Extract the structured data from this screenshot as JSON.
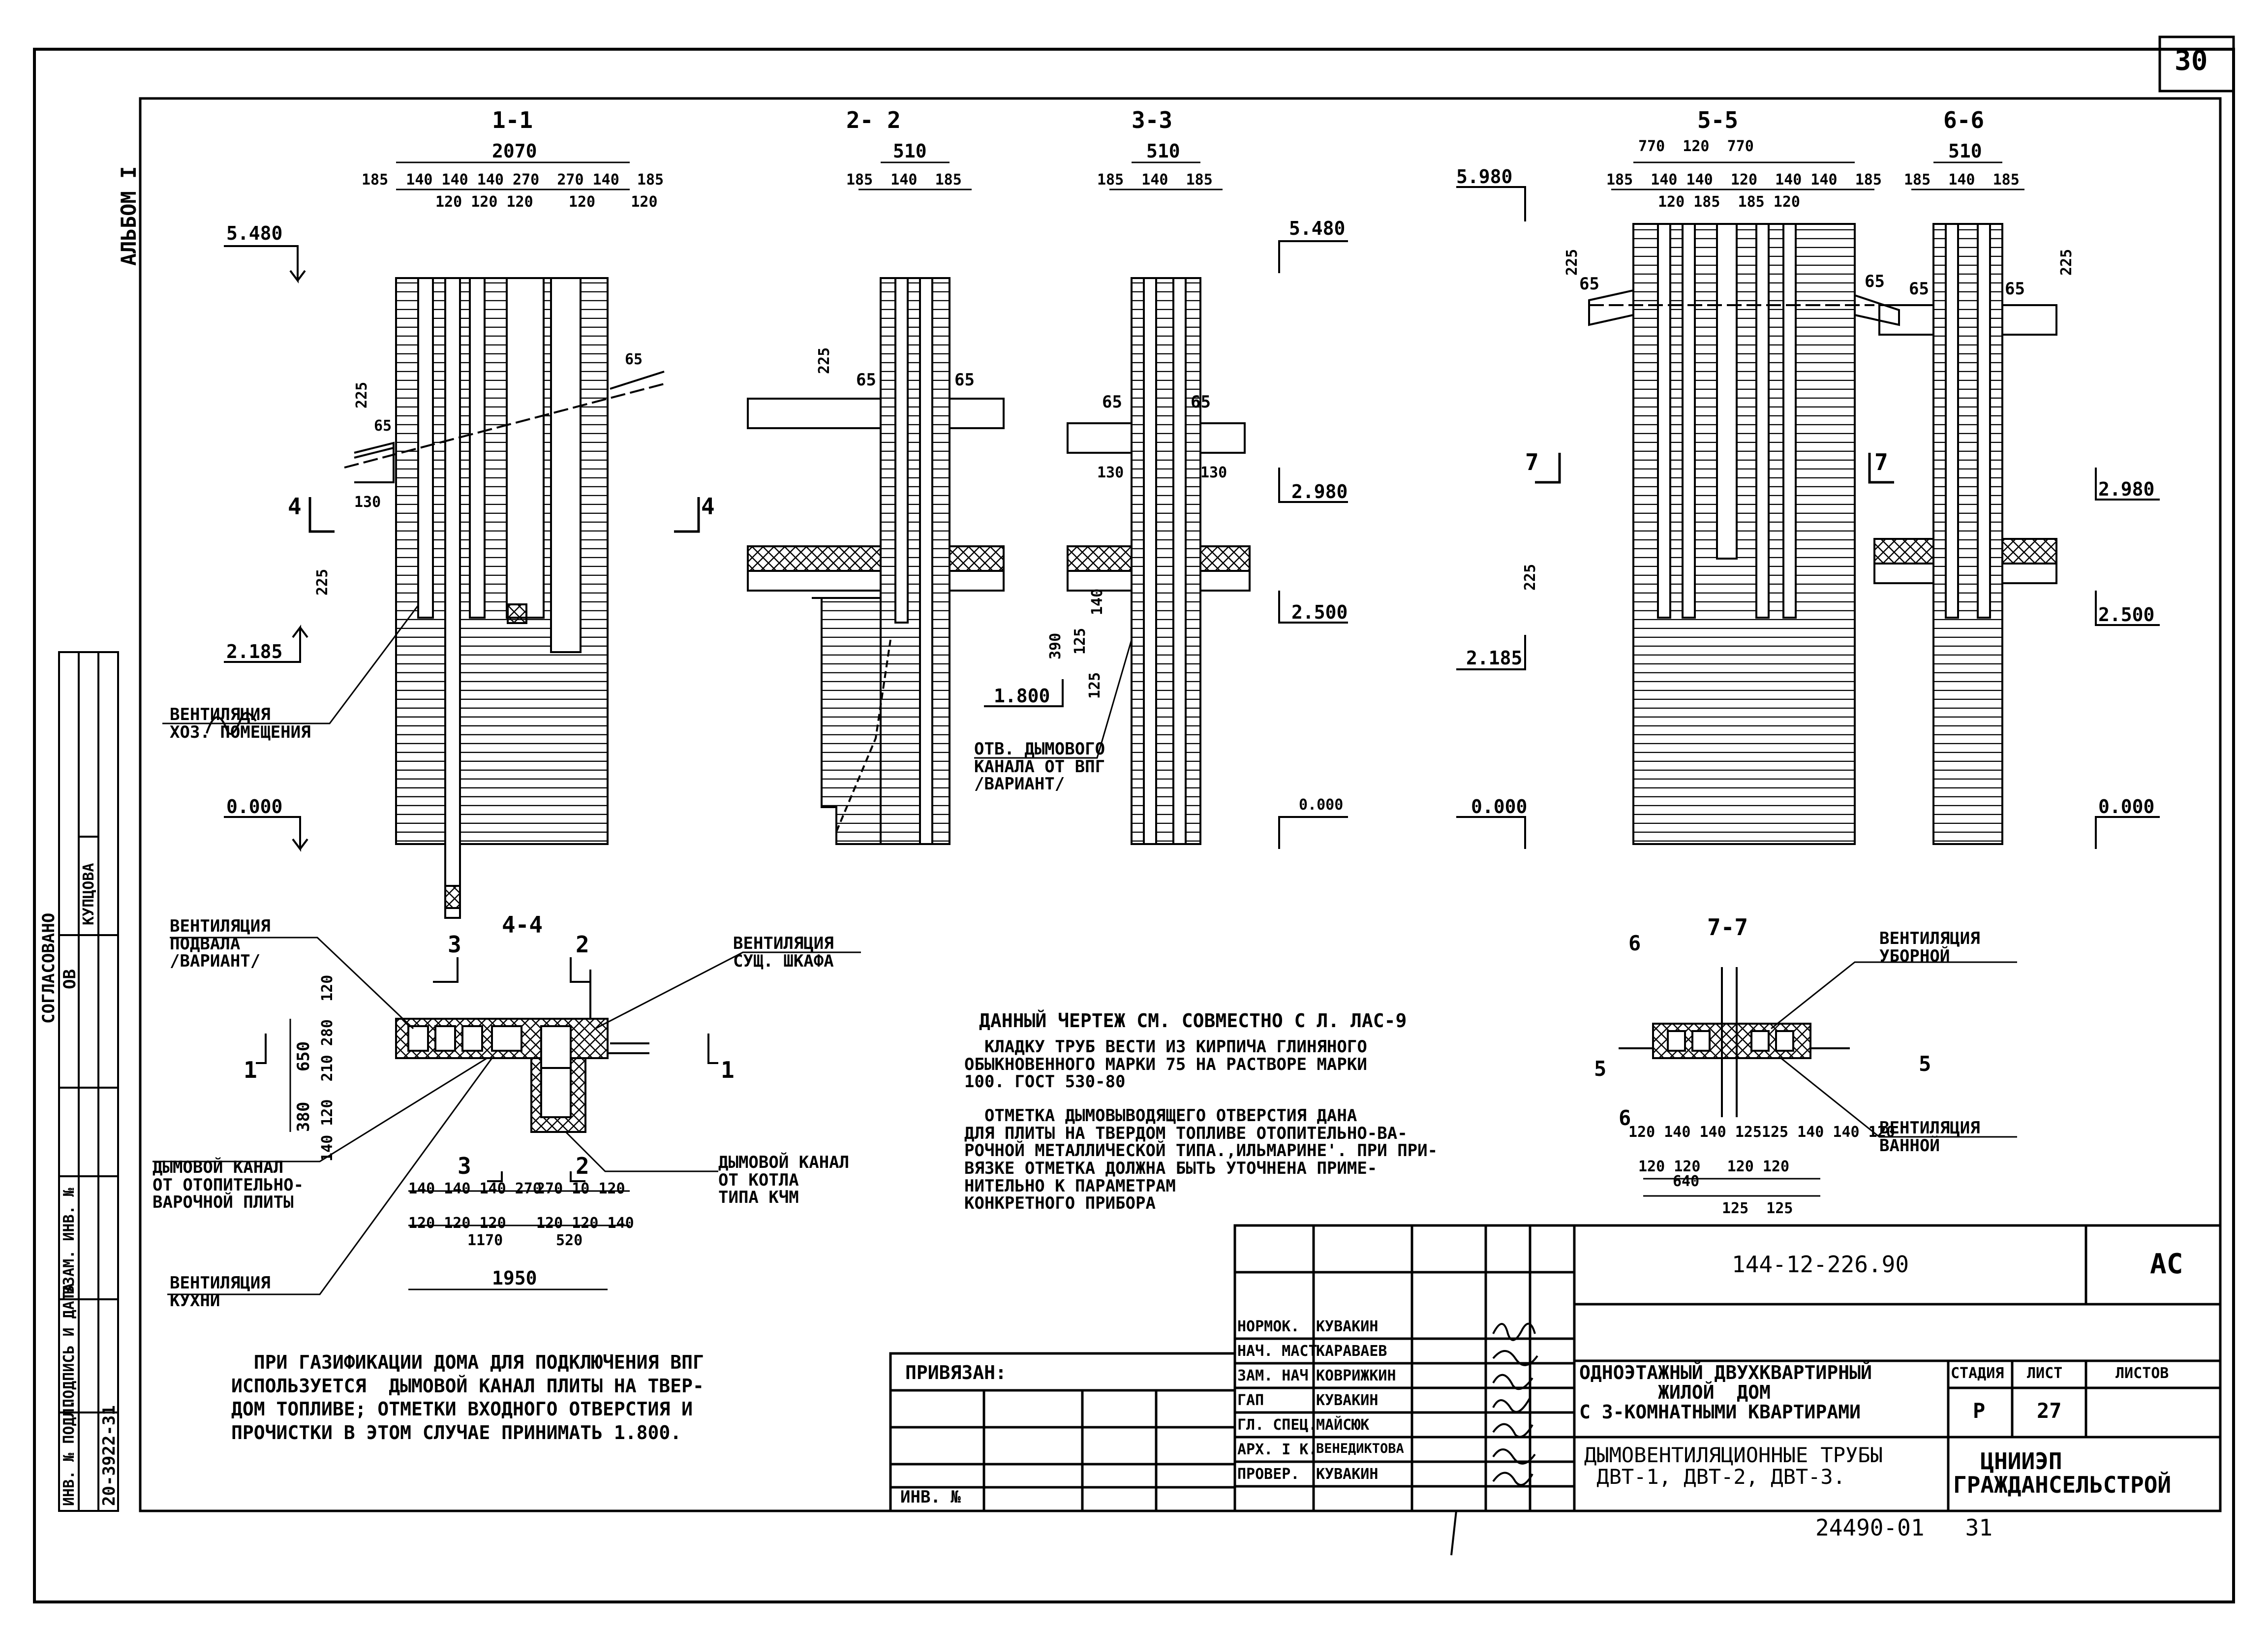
{
  "sheet": {
    "number": "30",
    "album": "АЛЬБОМ I"
  },
  "sections": {
    "s11": {
      "title": "1-1",
      "dim_total": "2070",
      "dims_top": "185  140 140 140 270  270 140  185",
      "dims_bottom": "120 120 120    120    120",
      "mark_top": "5.480",
      "mark_mid": "2.185",
      "mark_zero": "0.000",
      "d225a": "225",
      "d65": "65",
      "d65b": "65",
      "d130": "130",
      "d225b": "225",
      "cut4": "4"
    },
    "s22": {
      "title": "2- 2",
      "dim_total": "510",
      "dims": "185  140  185",
      "d225": "225",
      "d65a": "65",
      "d65b": "65",
      "cut4": "4"
    },
    "s33": {
      "title": "3-3",
      "dim_total": "510",
      "dims": "185  140  185",
      "mark_top": "5.480",
      "d65a": "65",
      "d65b": "65",
      "d130a": "130",
      "d130b": "130",
      "mark_2980": "2.980",
      "mark_2500": "2.500",
      "mark_1800": "1.800",
      "mark_zero": "0.000",
      "d390": "390",
      "d125a": "125",
      "d125b": "125",
      "d140": "140"
    },
    "s55": {
      "title": "5-5",
      "dim_groups": "770  120  770",
      "dims": "185  140 140  120  140 140  185",
      "dims_bottom": "120 185  185 120",
      "mark_top": "5.980",
      "mark_mid": "2.185",
      "mark_zero": "0.000",
      "d225a": "225",
      "d65a": "65",
      "d65b": "65",
      "d225b": "225",
      "cut7": "7"
    },
    "s66": {
      "title": "6-6",
      "dim_total": "510",
      "dims": "185  140  185",
      "d225": "225",
      "d65a": "65",
      "d65b": "65",
      "mark_2980": "2.980",
      "mark_2500": "2.500",
      "mark_zero": "0.000",
      "cut7": "7"
    }
  },
  "plan44": {
    "title": "4-4",
    "c3": "3",
    "c2": "2",
    "c1a": "1",
    "c1b": "1",
    "c3b": "3",
    "c2b": "2",
    "v_dims": "380   650",
    "v_dims2": "140 120  210 280  120",
    "h_dims1": "140 140 140 270",
    "h_dims2": "270 10 120",
    "h_sub1": "120 120 120",
    "h_sub2": "120 120 140",
    "h_1170": "1170",
    "h_520": "520",
    "h_1950": "1950"
  },
  "plan77": {
    "title": "7-7",
    "c6a": "6",
    "c6b": "6",
    "c5a": "5",
    "c5b": "5",
    "dims": "120 140 140 125125 140 140 120",
    "sub": "120 120   120 120",
    "d640": "640",
    "d125": "125  125"
  },
  "labels": {
    "vent_hoz": "ВЕНТИЛЯЦИЯ\nХОЗ. ПОМЕЩЕНИЯ",
    "otv_dym": "ОТВ. ДЫМОВОГО\nКАНАЛА ОТ ВПГ\n/ВАРИАНТ/",
    "vent_podvala": "ВЕНТИЛЯЦИЯ\nПОДВАЛА\n/ВАРИАНТ/",
    "vent_shkafa": "ВЕНТИЛЯЦИЯ\nСУЩ. ШКАФА",
    "dym_plity": "ДЫМОВОЙ КАНАЛ\nОТ ОТОПИТЕЛЬНО-\nВАРОЧНОЙ ПЛИТЫ",
    "dym_kotla": "ДЫМОВОЙ КАНАЛ\nОТ КОТЛА\nТИПА КЧМ",
    "vent_kuhni": "ВЕНТИЛЯЦИЯ\nКУХНИ",
    "vent_ubornoi": "ВЕНТИЛЯЦИЯ\nУБОРНОЙ",
    "vent_vannoi": "ВЕНТИЛЯЦИЯ\nВАННОЙ"
  },
  "notes": {
    "n1": "ДАННЫЙ ЧЕРТЕЖ СМ. СОВМЕСТНО С Л. ЛАС-9",
    "n2": "  КЛАДКУ ТРУБ ВЕСТИ ИЗ КИРПИЧА ГЛИНЯНОГО\nОБЫКНОВЕННОГО МАРКИ 75 НА РАСТВОРЕ МАРКИ\n100. ГОСТ 530-80",
    "n3": "  ОТМЕТКА ДЫМОВЫВОДЯЩЕГО ОТВЕРСТИЯ ДАНА\nДЛЯ ПЛИТЫ НА ТВЕРДОМ ТОПЛИВЕ ОТОПИТЕЛЬНО-ВА-\nРОЧНОЙ МЕТАЛЛИЧЕСКОЙ ТИПА.,ИЛЬМАРИНЕ'. ПРИ ПРИ-\nВЯЗКЕ ОТМЕТКА ДОЛЖНА БЫТЬ УТОЧНЕНА ПРИМЕ-\nНИТЕЛЬНО К ПАРАМЕТРАМ\nКОНКРЕТНОГО ПРИБОРА",
    "gas": "  ПРИ ГАЗИФИКАЦИИ ДОМА ДЛЯ ПОДКЛЮЧЕНИЯ ВПГ\nИСПОЛЬЗУЕТСЯ  ДЫМОВОЙ КАНАЛ ПЛИТЫ НА ТВЕР-\nДОМ ТОПЛИВЕ; ОТМЕТКИ ВХОДНОГО ОТВЕРСТИЯ И\nПРОЧИСТКИ В ЭТОМ СЛУЧАЕ ПРИНИМАТЬ 1.800."
  },
  "side": {
    "soglasovano": "СОГЛАСОВАНО",
    "ov": "ОВ",
    "kuptsova": "КУПЦОВА",
    "inv_podl": "ИНВ. № ПОДЛ.",
    "podpis": "ПОДПИСЬ И ДАТА",
    "vzam": "ВЗАМ. ИНВ. №",
    "inv_num": "20-3922-31"
  },
  "title_block": {
    "doc_code": "144-12-226.90",
    "mark": "АС",
    "project": "ОДНОЭТАЖНЫЙ ДВУХКВАРТИРНЫЙ\n       ЖИЛОЙ  ДОМ\nС 3-КОМНАТНЫМИ КВАРТИРАМИ",
    "sheet_name": "ДЫМОВЕНТИЛЯЦИОННЫЕ ТРУБЫ\n ДВТ-1, ДВТ-2, ДВТ-3.",
    "stage_h": "СТАДИЯ",
    "sheet_h": "ЛИСТ",
    "sheets_h": "ЛИСТОВ",
    "stage": "Р",
    "sheet": "27",
    "org": "  ЦНИИЭП\nГРАЖДАНСЕЛЬСТРОЙ",
    "privyazan": "ПРИВЯЗАН:",
    "inv": "ИНВ. №",
    "roles": [
      "НОРМОК.",
      "НАЧ. МАСТ",
      "ЗАМ. НАЧ",
      "ГАП",
      "ГЛ. СПЕЦ.",
      "АРХ. I К.",
      "ПРОВЕР."
    ],
    "names": [
      "КУВАКИН",
      "КАРАВАЕВ",
      "КОВРИЖКИН",
      "КУВАКИН",
      "МАЙСЮК",
      "ВЕНЕДИКТОВА",
      "КУВАКИН"
    ],
    "bottom_code": "24490-01   31"
  }
}
